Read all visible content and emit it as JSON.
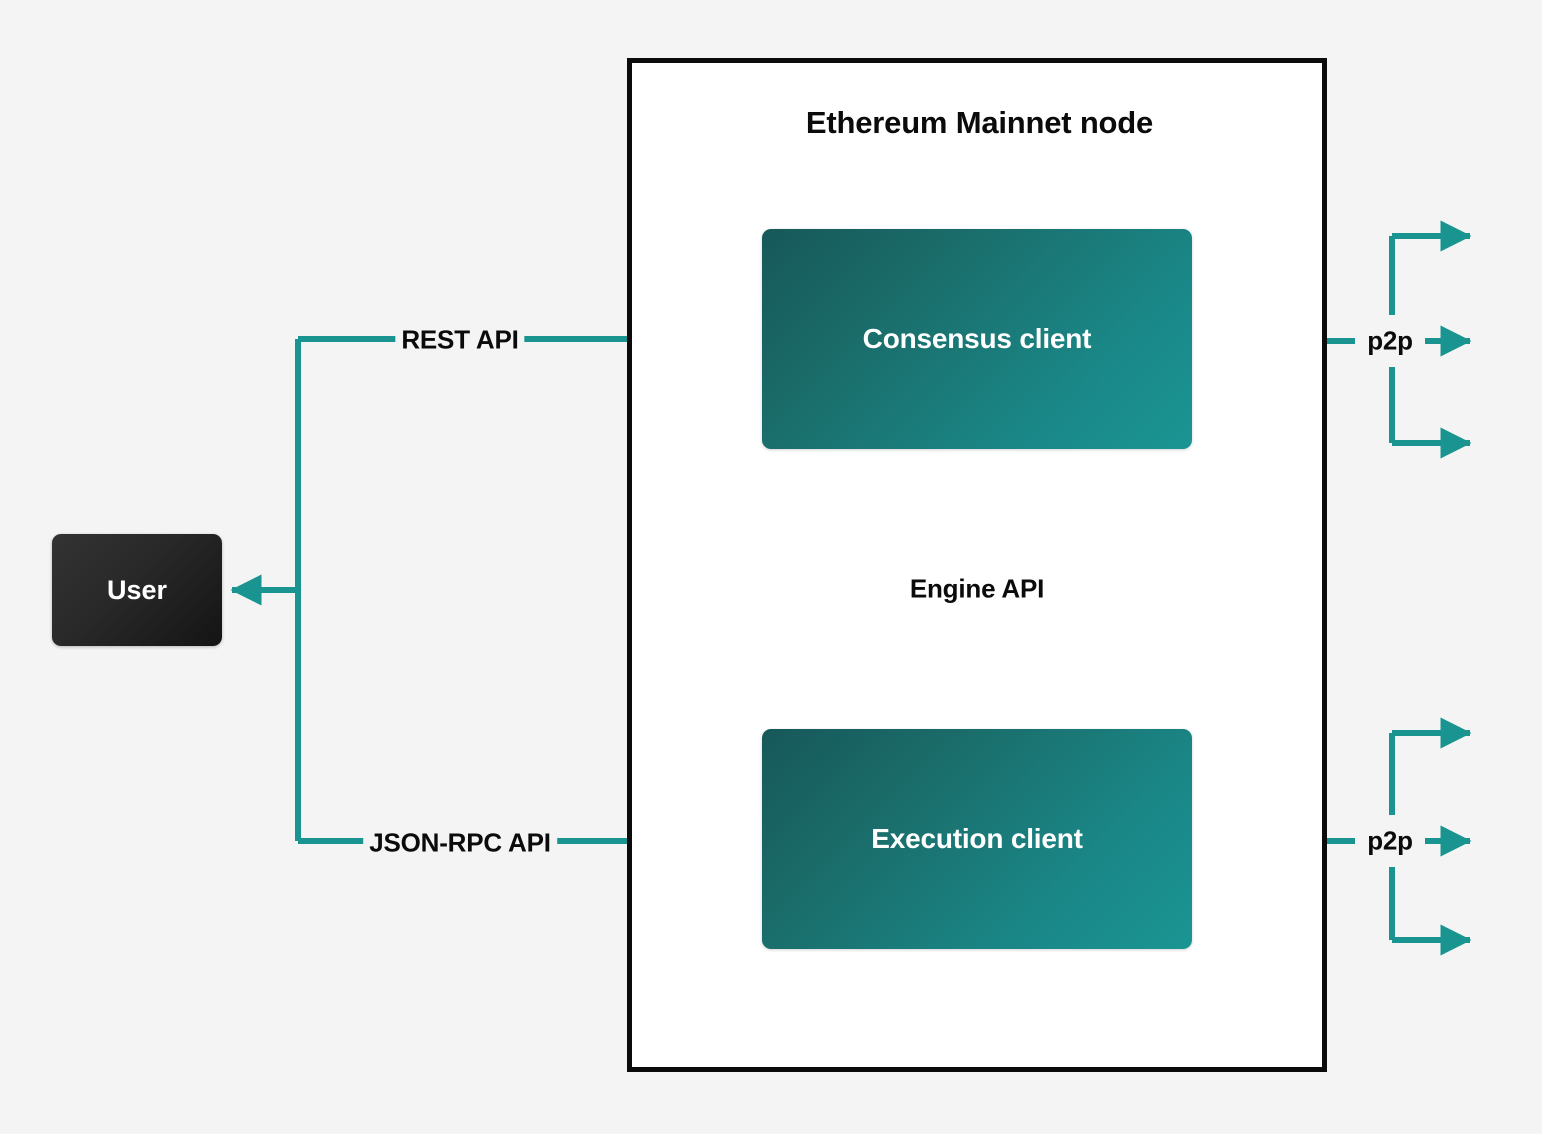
{
  "diagram": {
    "title": "Ethereum Mainnet node",
    "background_color": "#f4f4f4",
    "accent_color": "#1a9490",
    "container_border_color": "#0b0b0b",
    "client_box_gradient_from": "#17585a",
    "client_box_gradient_to": "#1a9593",
    "user_box_gradient_from": "#333333",
    "user_box_gradient_to": "#141414"
  },
  "nodes": {
    "user": {
      "label": "User"
    },
    "consensus_client": {
      "label": "Consensus client"
    },
    "execution_client": {
      "label": "Execution client"
    }
  },
  "edges": {
    "rest_api": {
      "label": "REST API",
      "direction": "user-to-consensus-client",
      "style": "solid"
    },
    "json_rpc_api": {
      "label": "JSON-RPC API",
      "direction": "user-to-execution-client",
      "style": "solid"
    },
    "engine_api": {
      "label": "Engine API",
      "direction": "bidirectional",
      "style": "solid-down-and-dotted-up"
    },
    "p2p_consensus": {
      "label": "p2p",
      "direction": "bidirectional",
      "style": "solid",
      "peer_branches": 3
    },
    "p2p_execution": {
      "label": "p2p",
      "direction": "bidirectional",
      "style": "solid",
      "peer_branches": 3
    }
  }
}
